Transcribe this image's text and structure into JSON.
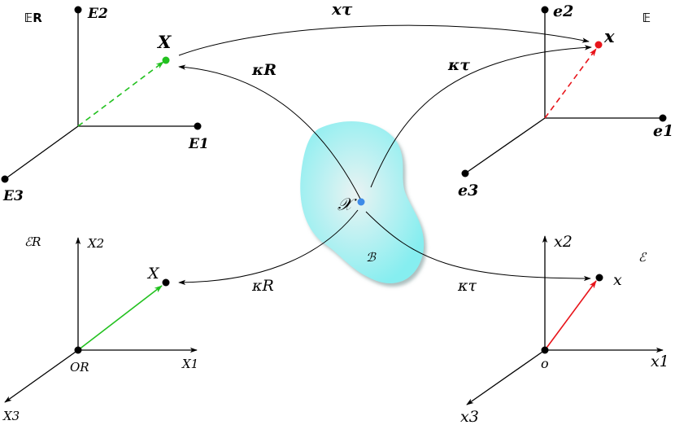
{
  "spaces": {
    "top_left": "𝔼R",
    "top_right": "𝔼",
    "bottom_left": "ℰR",
    "bottom_right": "ℰ",
    "body": "ℬ"
  },
  "labels": {
    "E1": "E1",
    "E2": "E2",
    "E3": "E3",
    "e1": "e1",
    "e2": "e2",
    "e3": "e3",
    "X_bold": "X",
    "x_bold": "x",
    "X_top": "X2",
    "X_right": "X1",
    "X_diag": "X3",
    "O_R": "OR",
    "x_top": "x2",
    "x_right": "x1",
    "x_diag": "x3",
    "o": "o",
    "X_point": "X",
    "x_point": "x",
    "material_point": "𝒳"
  },
  "maps": {
    "x_tau": "xτ",
    "kappa_R_top": "κR",
    "kappa_tau_top": "κτ",
    "kappa_R_bottom": "κR",
    "kappa_tau_bottom": "κτ"
  },
  "colors": {
    "green": "#22c11f",
    "red": "#e8141a",
    "blue": "#3d8be8",
    "body_fill": "#8ef0f0",
    "body_center": "#e6f4f4"
  }
}
